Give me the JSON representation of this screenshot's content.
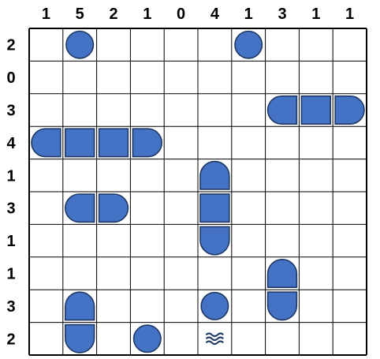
{
  "puzzle": {
    "col_clues": [
      "1",
      "5",
      "2",
      "1",
      "0",
      "4",
      "1",
      "3",
      "1",
      "1"
    ],
    "row_clues": [
      "2",
      "0",
      "3",
      "4",
      "1",
      "3",
      "1",
      "1",
      "3",
      "2"
    ],
    "ship_color": "#4472C4",
    "ship_outline": "#1F3864",
    "segments": [
      {
        "row": 0,
        "col": 1,
        "shape": "single"
      },
      {
        "row": 0,
        "col": 6,
        "shape": "single"
      },
      {
        "row": 2,
        "col": 7,
        "shape": "end-left"
      },
      {
        "row": 2,
        "col": 8,
        "shape": "middle"
      },
      {
        "row": 2,
        "col": 9,
        "shape": "end-right"
      },
      {
        "row": 3,
        "col": 0,
        "shape": "end-left"
      },
      {
        "row": 3,
        "col": 1,
        "shape": "middle"
      },
      {
        "row": 3,
        "col": 2,
        "shape": "middle"
      },
      {
        "row": 3,
        "col": 3,
        "shape": "end-right"
      },
      {
        "row": 4,
        "col": 5,
        "shape": "end-top"
      },
      {
        "row": 5,
        "col": 1,
        "shape": "end-left"
      },
      {
        "row": 5,
        "col": 2,
        "shape": "end-right"
      },
      {
        "row": 5,
        "col": 5,
        "shape": "middle"
      },
      {
        "row": 6,
        "col": 5,
        "shape": "end-bottom"
      },
      {
        "row": 7,
        "col": 7,
        "shape": "end-top"
      },
      {
        "row": 8,
        "col": 1,
        "shape": "end-top"
      },
      {
        "row": 8,
        "col": 5,
        "shape": "single"
      },
      {
        "row": 8,
        "col": 7,
        "shape": "end-bottom"
      },
      {
        "row": 9,
        "col": 1,
        "shape": "end-bottom"
      },
      {
        "row": 9,
        "col": 3,
        "shape": "single"
      }
    ],
    "water": [
      {
        "row": 9,
        "col": 5,
        "icon": "water-icon"
      }
    ]
  }
}
